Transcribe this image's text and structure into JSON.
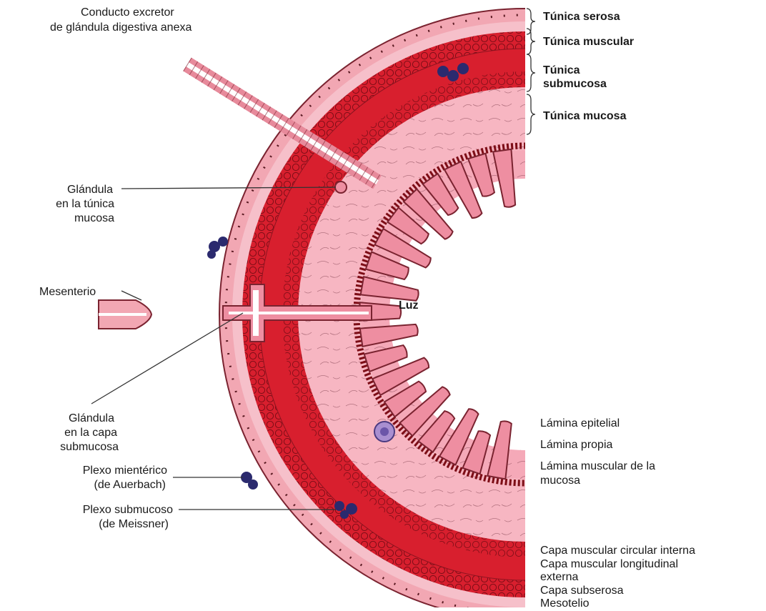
{
  "colors": {
    "serosa": "#f2a7b3",
    "muscle": "#d81f2e",
    "muscle_dark": "#a01420",
    "submucosa": "#f7b6c2",
    "mucosa": "#f5a9b8",
    "epithelium": "#ee8ea1",
    "vessel": "#2b2a6e",
    "leader": "#333333",
    "background": "#ffffff"
  },
  "labels": {
    "conducto_1": "Conducto excretor",
    "conducto_2": "de glándula digestiva anexa",
    "tunica_serosa": "Túnica serosa",
    "tunica_muscular": "Túnica muscular",
    "tunica_submucosa_1": "Túnica",
    "tunica_submucosa_2": "submucosa",
    "tunica_mucosa": "Túnica mucosa",
    "glandula_mucosa_1": "Glándula",
    "glandula_mucosa_2": "en la túnica",
    "glandula_mucosa_3": "mucosa",
    "mesenterio": "Mesenterio",
    "luz": "Luz",
    "glandula_sub_1": "Glándula",
    "glandula_sub_2": "en la capa",
    "glandula_sub_3": "submucosa",
    "plexo_mien_1": "Plexo mientérico",
    "plexo_mien_2": "(de Auerbach)",
    "plexo_sub_1": "Plexo submucoso",
    "plexo_sub_2": "(de Meissner)",
    "lamina_epitelial": "Lámina epitelial",
    "lamina_propia": "Lámina propia",
    "lamina_muscular_1": "Lámina muscular de la",
    "lamina_muscular_2": "mucosa",
    "capa_circular": "Capa muscular circular interna",
    "capa_longitudinal_1": "Capa muscular longitudinal",
    "capa_longitudinal_2": "externa",
    "capa_subserosa": "Capa subserosa",
    "mesotelio": "Mesotelio"
  }
}
